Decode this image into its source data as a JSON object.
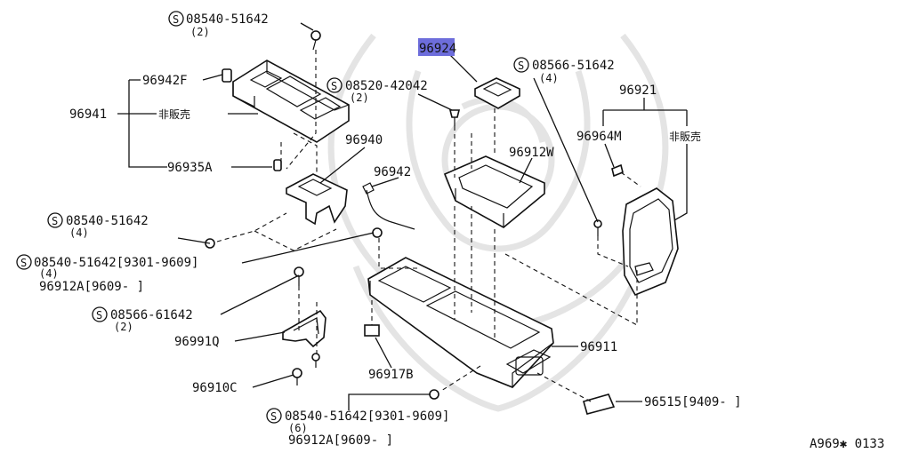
{
  "diagram_code": "A969✱ 0133",
  "highlight_color": "#6d6ddb",
  "callouts": {
    "s_08540_51642_top": {
      "num": "08540-51642",
      "qty": "(2)"
    },
    "p_96924": "96924",
    "s_08566_51642_right": {
      "num": "08566-51642",
      "qty": "(4)"
    },
    "p_96942F": "96942F",
    "s_08520_42042": {
      "num": "08520-42042",
      "qty": "(2)"
    },
    "p_96921": "96921",
    "p_96941": "96941",
    "not_for_sale_1": "非販売",
    "p_96964M": "96964M",
    "not_for_sale_2": "非販売",
    "p_96940": "96940",
    "p_96912W": "96912W",
    "p_96935A": "96935A",
    "p_96942": "96942",
    "s_08540_51642_mid": {
      "num": "08540-51642",
      "qty": "(4)"
    },
    "s_08540_51642_range": {
      "num": "08540-51642[9301-9609]",
      "qty": "(4)",
      "alt": "96912A[9609-    ]"
    },
    "s_08566_61642": {
      "num": "08566-61642",
      "qty": "(2)"
    },
    "p_96991Q": "96991Q",
    "p_96911": "96911",
    "p_96910C": "96910C",
    "p_96917B": "96917B",
    "p_96515": "96515[9409-      ]",
    "s_08540_51642_bottom": {
      "num": "08540-51642[9301-9609]",
      "qty": "(6)",
      "alt": "96912A[9609-    ]"
    }
  }
}
